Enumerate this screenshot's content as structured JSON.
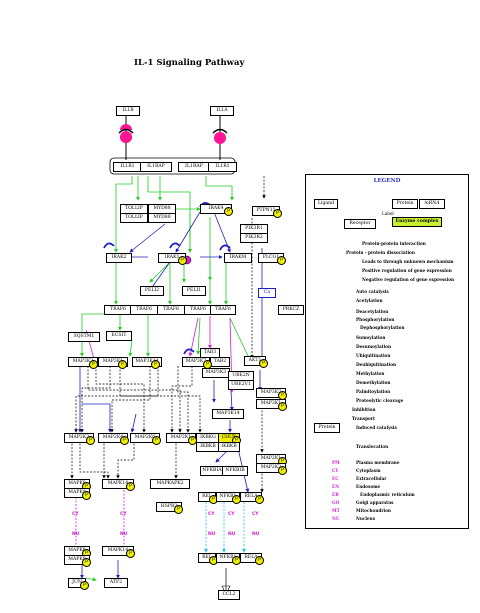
{
  "title": "IL-1 Signaling Pathway",
  "nodes": {
    "il1b": "IL1B",
    "il1a": "IL1A",
    "il1r1_a": "IL1R1",
    "il1rap_a": "IL1RAP",
    "il1rap_b": "IL1RAP",
    "il1r1_b": "IL1R1",
    "tollip1": "TOLLIP",
    "tollip2": "TOLLIP",
    "myd88_1": "MYD88",
    "myd88_2": "MYD88",
    "irak4": "IRAK4",
    "irak2": "IRAK2",
    "irak1": "IRAK1",
    "irakm": "IRAKM",
    "peli2": "PELI2",
    "peli1": "PELI1",
    "ptpn11": "PTPN11",
    "pik3r1": "PIK3R1",
    "pik3r2": "PIK3R2",
    "plcg1": "PLCG1",
    "ca": "Ca",
    "traf6_1": "TRAF6",
    "traf6_2": "TRAF6",
    "traf6_3": "TRAF6",
    "traf6_4": "TRAF6",
    "traf6_5": "TRAF6",
    "prkcz": "PRKCZ",
    "sqstm1": "SQSTM1",
    "ecsit": "ECSIT",
    "tab3": "TAB3",
    "tab2": "TAB2",
    "map3k7": "MAP3K7",
    "map3k3": "MAP3K3",
    "ube2n": "UBE2N",
    "ube2v1": "UBE2V1",
    "akt1": "AKT1",
    "map3k2a": "MAP3K2",
    "map3k1a": "MAP3K1",
    "map3k14a": "MAP3K14",
    "map3k14b": "MAP3K14",
    "map3k2b": "MAP3K2",
    "map3k1b": "MAP3K1",
    "map2k3": "MAP2K3",
    "map2k4": "MAP2K4",
    "map2k6": "MAP2K6",
    "map2k1": "MAP2K1",
    "map2k7": "MAP2K7",
    "map2k4b": "MAP2K4",
    "map2k6b": "MAP2K6",
    "ikbkg": "IKBKG",
    "ikbkb": "IKBKB",
    "chuk": "CHUK",
    "map2k1b": "MAP2K1",
    "map2k2": "MAP2K2",
    "mapk8a": "MAPK8",
    "mapk9a": "MAPK9",
    "mapk14a": "MAPK14",
    "mapkapk2": "MAPKAPK2",
    "hspb2": "HSPB2",
    "nfkbia": "NFKBIA",
    "nfkbib": "NFKBIB",
    "rel_a": "REL",
    "nfkb1_a": "NFKB1",
    "rela_a": "RELA",
    "rel_b": "REL",
    "nfkb1_b": "NFKB1",
    "rela_b": "RELA",
    "mapk8b": "MAPK8",
    "mapk9b": "MAPK9",
    "mapk14b": "MAPK14",
    "mapk3": "MAPK3",
    "mapk1": "MAPK1",
    "jun": "JUN",
    "atf2": "ATF2",
    "ccl2": "CCL2"
  },
  "locations": {
    "cy": "CY",
    "nu": "NU"
  },
  "legend": {
    "title": "LEGEND",
    "ligand": "Ligand",
    "receptor": "Receptor",
    "label": "Label",
    "protein": "Protein",
    "mrna": "mRNA",
    "enzyme": "Enzyme complex",
    "items": [
      "Protein-protein interaction",
      "Protein - protein dissociation",
      "Leads to through unknown mechanism",
      "Positive regulation of gene expression",
      "Negative regulation of gene expression",
      "Auto catalysis",
      "Acetylation",
      "Deacetylation",
      "Phosphorylation",
      "Dephosphorylation",
      "Sumoylation",
      "Desumoylation",
      "Ubiquitination",
      "Deubiquitination",
      "Methylation",
      "Demethylation",
      "Palmitoylation",
      "Proteolytic cleavage",
      "Inhibition",
      "Transport",
      "Induced catalysis",
      "Translocation"
    ],
    "locations": [
      {
        "code": "PM",
        "name": "Plasma membrane"
      },
      {
        "code": "CY",
        "name": "Cytoplasm"
      },
      {
        "code": "EC",
        "name": "Extracellular"
      },
      {
        "code": "EN",
        "name": "Endosome"
      },
      {
        "code": "ER",
        "name": "Endoplasmic reticulum"
      },
      {
        "code": "GO",
        "name": "Golgi apparatus"
      },
      {
        "code": "MT",
        "name": "Mitochondrion"
      },
      {
        "code": "NU",
        "name": "Nucleus"
      }
    ],
    "colors": {
      "green": "#22cc22",
      "blue": "#2020c0",
      "magenta": "#d020d0",
      "cyan": "#20c0f0",
      "yellow": "#e0e000",
      "orange": "#d08000",
      "pink": "#ff60a0",
      "red": "#e02020"
    }
  }
}
